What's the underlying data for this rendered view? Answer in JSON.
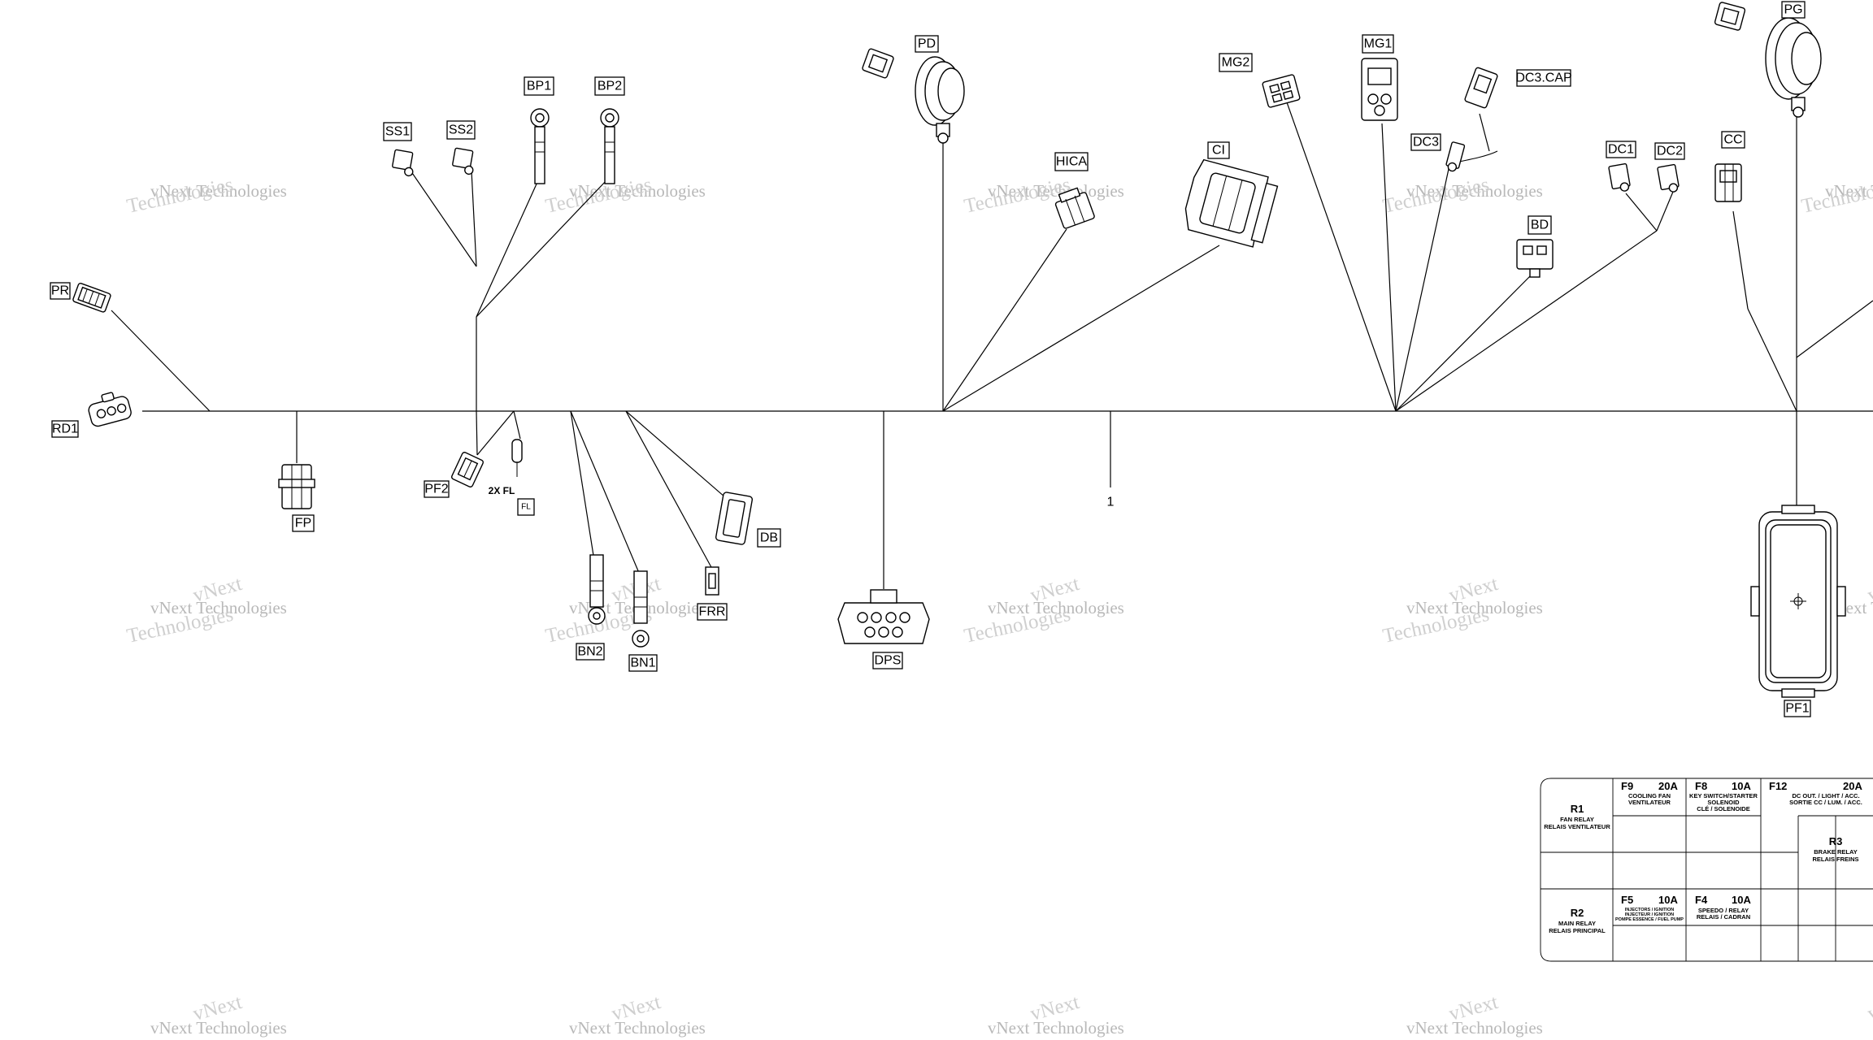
{
  "diagram": {
    "harness_number": "1",
    "connectors": {
      "pr": "PR",
      "rd1": "RD1",
      "fp": "FP",
      "ss1": "SS1",
      "ss2": "SS2",
      "bp1": "BP1",
      "bp2": "BP2",
      "pf2": "PF2",
      "fl": "FL",
      "fl_qty": "2X FL",
      "bn2": "BN2",
      "bn1": "BN1",
      "frr": "FRR",
      "db": "DB",
      "dps": "DPS",
      "pd": "PD",
      "hica": "HICA",
      "ci": "CI",
      "mg2": "MG2",
      "mg1": "MG1",
      "dc3": "DC3",
      "dc3cap": "DC3.CAP",
      "bd": "BD",
      "dc1": "DC1",
      "dc2": "DC2",
      "cc": "CC",
      "pg": "PG",
      "pf1": "PF1"
    },
    "watermark": {
      "line1": "vNext Technologies",
      "line2": "Technologies",
      "line3": "vNext"
    }
  },
  "fuse_table": {
    "r1": {
      "id": "R1",
      "line1": "FAN RELAY",
      "line2": "RELAIS VENTILATEUR"
    },
    "f9": {
      "id": "F9",
      "amp": "20A",
      "line1": "COOLING FAN",
      "line2": "VENTILATEUR"
    },
    "f8": {
      "id": "F8",
      "amp": "10A",
      "line1": "KEY SWITCH/STARTER",
      "line2": "SOLENOID",
      "line3": "CLÉ / SOLENOIDE"
    },
    "f12": {
      "id": "F12",
      "amp": "20A",
      "line1": "DC OUT. / LIGHT / ACC.",
      "line2": "SORTIE CC / LUM. / ACC."
    },
    "r3": {
      "id": "R3",
      "line1": "BRAKE RELAY",
      "line2": "RELAIS FREINS"
    },
    "r2": {
      "id": "R2",
      "line1": "MAIN RELAY",
      "line2": "RELAIS PRINCIPAL"
    },
    "f5": {
      "id": "F5",
      "amp": "10A",
      "line1": "INJECTORS / IGNITION",
      "line2": "INJECTEUR / IGNITION",
      "line3": "POMPE ESSENCE / FUEL PUMP"
    },
    "f4": {
      "id": "F4",
      "amp": "10A",
      "line1": "SPEEDO / RELAY",
      "line2": "RELAIS / CADRAN"
    }
  },
  "colors": {
    "line": "#000000",
    "watermark": "#b8b8b8",
    "background": "#ffffff"
  }
}
